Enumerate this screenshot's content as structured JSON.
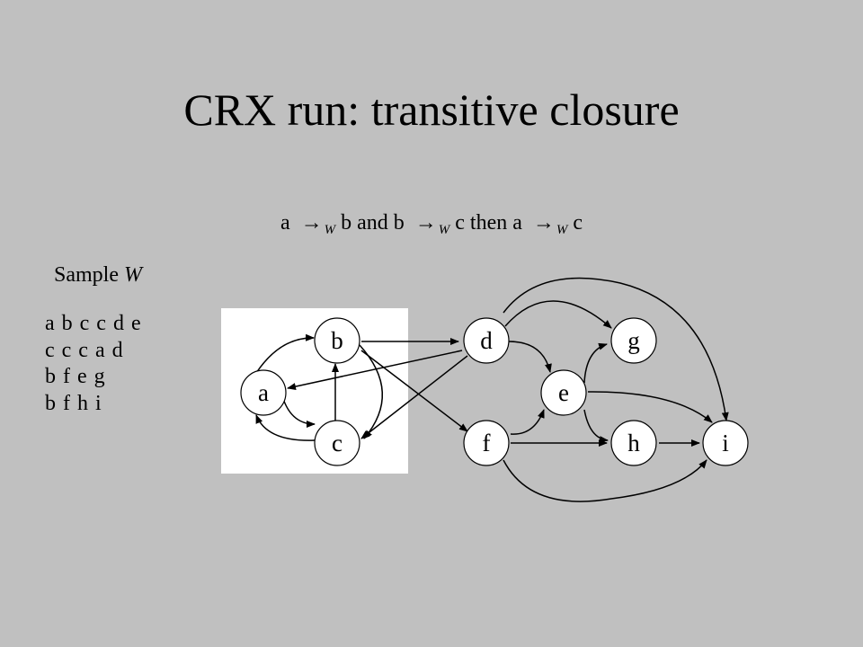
{
  "title": "CRX run: transitive closure",
  "rule": {
    "a1": "a",
    "sub": "W",
    "b1": "b and b",
    "c1": "c then a",
    "c2": "c"
  },
  "sample_label": {
    "text": "Sample",
    "var": "W"
  },
  "samples": [
    "a b c c d e",
    "c c c a d",
    "b f e g",
    "b f h i"
  ],
  "nodes": {
    "a": "a",
    "b": "b",
    "c": "c",
    "d": "d",
    "e": "e",
    "f": "f",
    "g": "g",
    "h": "h",
    "i": "i"
  },
  "colors": {
    "background": "#c0c0c0",
    "panel": "#ffffff",
    "node_fill": "#ffffff",
    "stroke": "#000000"
  }
}
